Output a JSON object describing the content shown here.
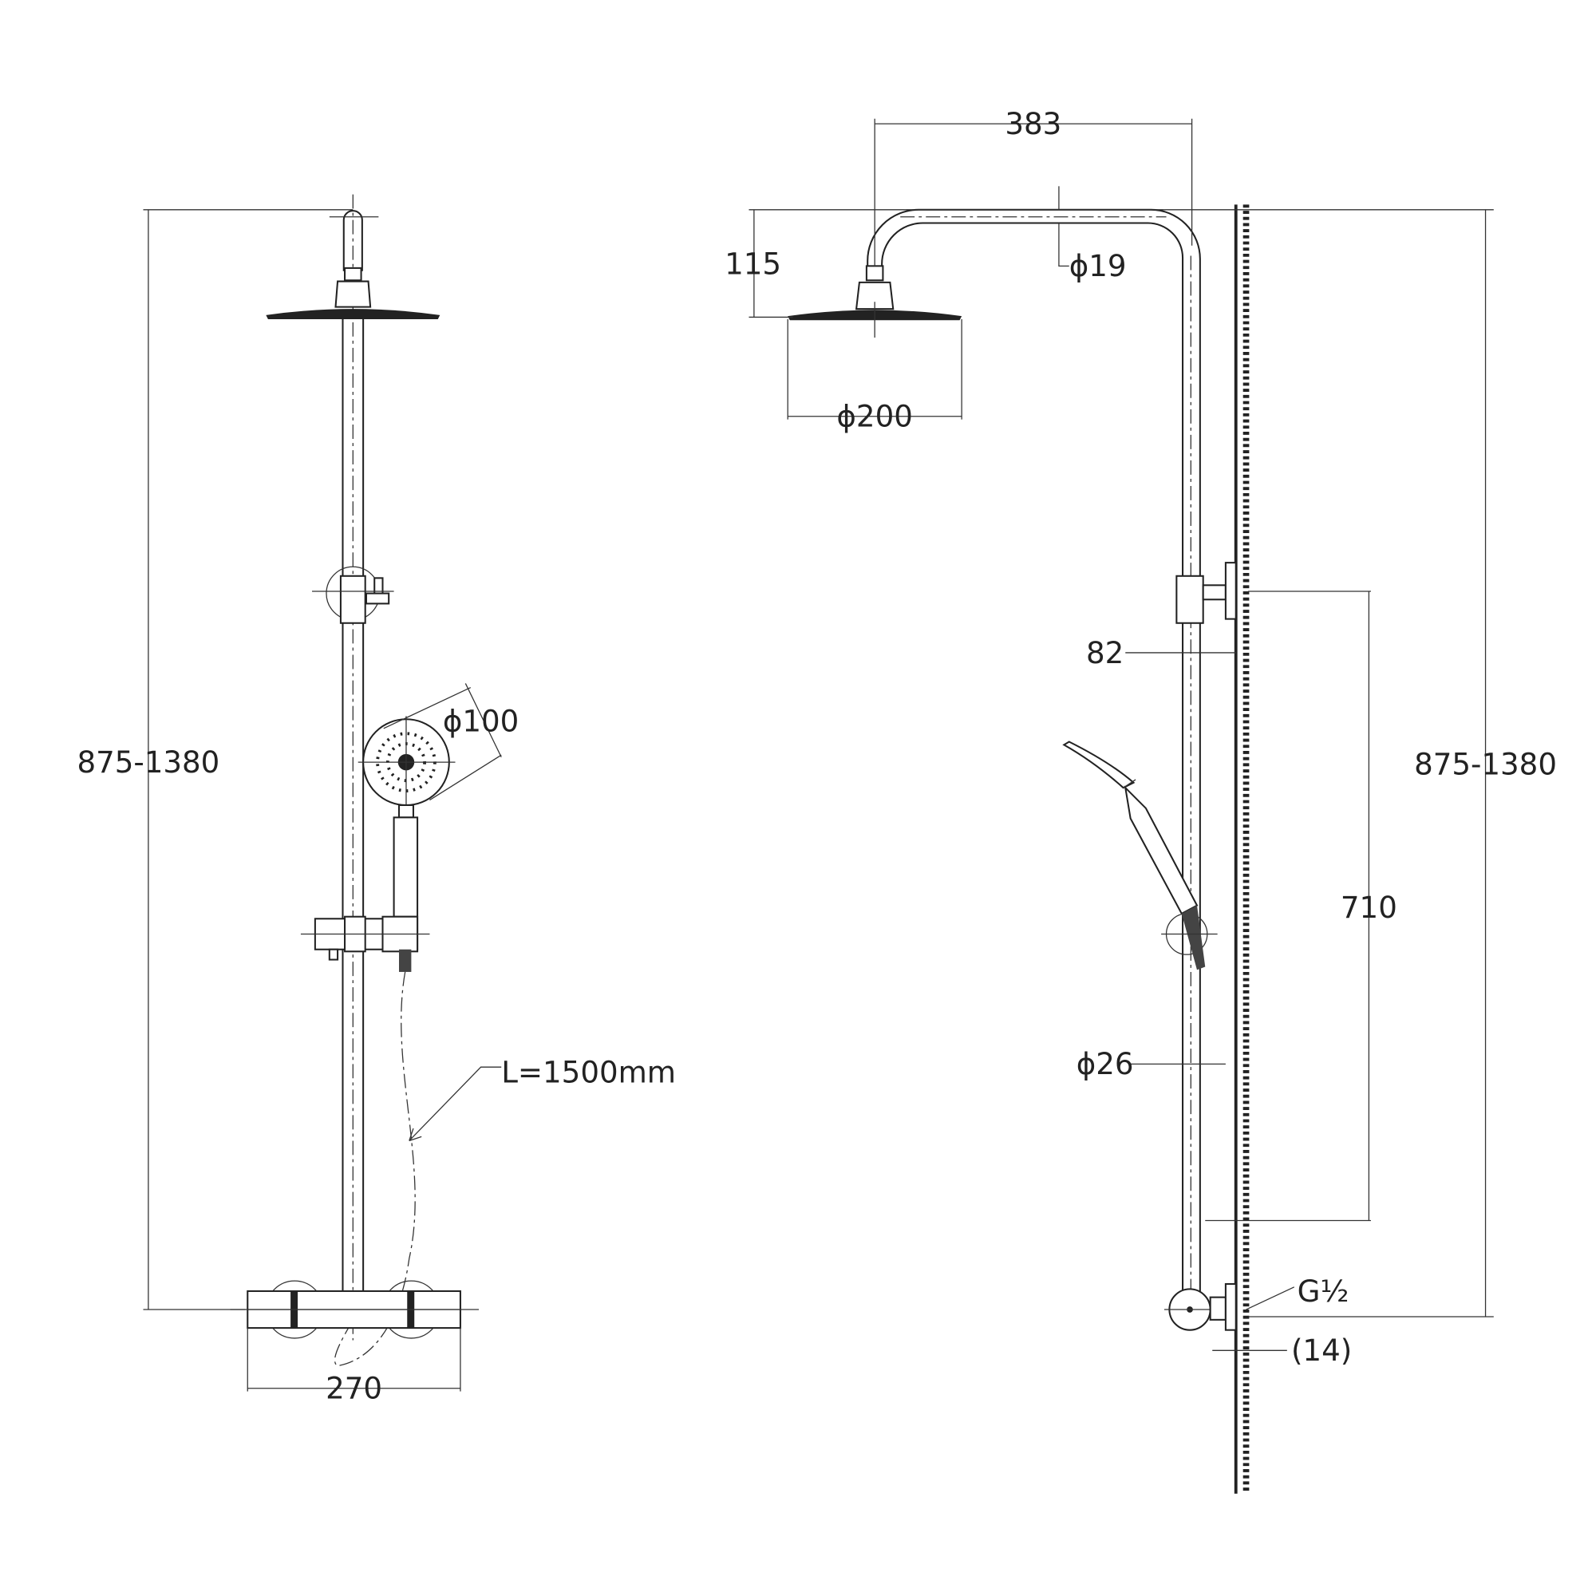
{
  "front_view": {
    "height_range": "875-1380",
    "handshower_diameter": "ϕ100",
    "hose_length": "L=1500mm",
    "bar_width": "270"
  },
  "side_view": {
    "arm_projection": "383",
    "head_drop": "115",
    "arm_diameter": "ϕ19",
    "head_diameter": "ϕ200",
    "riser_offset": "82",
    "bracket_spacing": "710",
    "height_range": "875-1380",
    "riser_diameter": "ϕ26",
    "inlet_thread": "G½",
    "wall_offset": "(14)"
  },
  "colors": {
    "line": "#222222",
    "background": "#ffffff"
  }
}
